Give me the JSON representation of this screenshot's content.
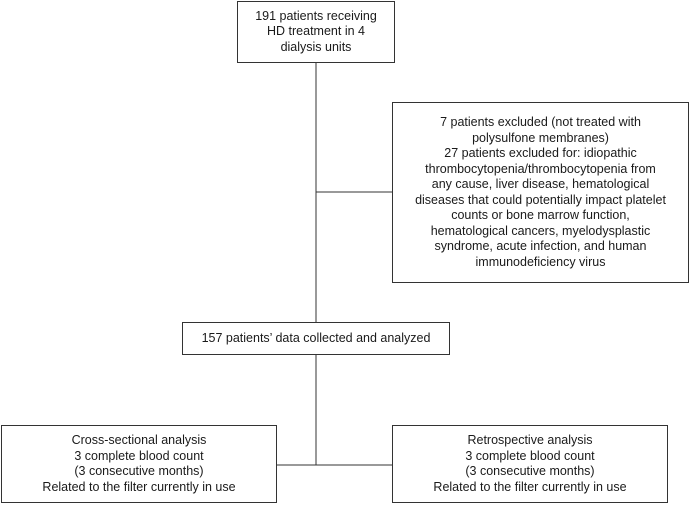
{
  "flowchart": {
    "start": {
      "lines": [
        "191 patients receiving",
        "HD treatment in 4",
        "dialysis units"
      ]
    },
    "excluded": {
      "lines": [
        "7 patients excluded (not treated with",
        "polysulfone membranes)",
        "27 patients excluded for: idiopathic",
        "thrombocytopenia/thrombocytopenia from",
        "any cause, liver disease, hematological",
        "diseases that could potentially impact platelet",
        "counts or bone marrow function,",
        "hematological cancers, myelodysplastic",
        "syndrome, acute infection, and human",
        "immunodeficiency virus"
      ]
    },
    "collected": {
      "lines": [
        "157 patients’ data collected and analyzed"
      ]
    },
    "cross_sectional": {
      "lines": [
        "Cross-sectional analysis",
        "3 complete blood count",
        "(3 consecutive months)",
        "Related to the filter currently in use"
      ]
    },
    "retrospective": {
      "lines": [
        "Retrospective analysis",
        "3 complete blood count",
        "(3 consecutive months)",
        "Related to the filter currently in use"
      ]
    }
  },
  "colors": {
    "border": "#333333",
    "text": "#1a1a1a",
    "background": "#ffffff"
  }
}
